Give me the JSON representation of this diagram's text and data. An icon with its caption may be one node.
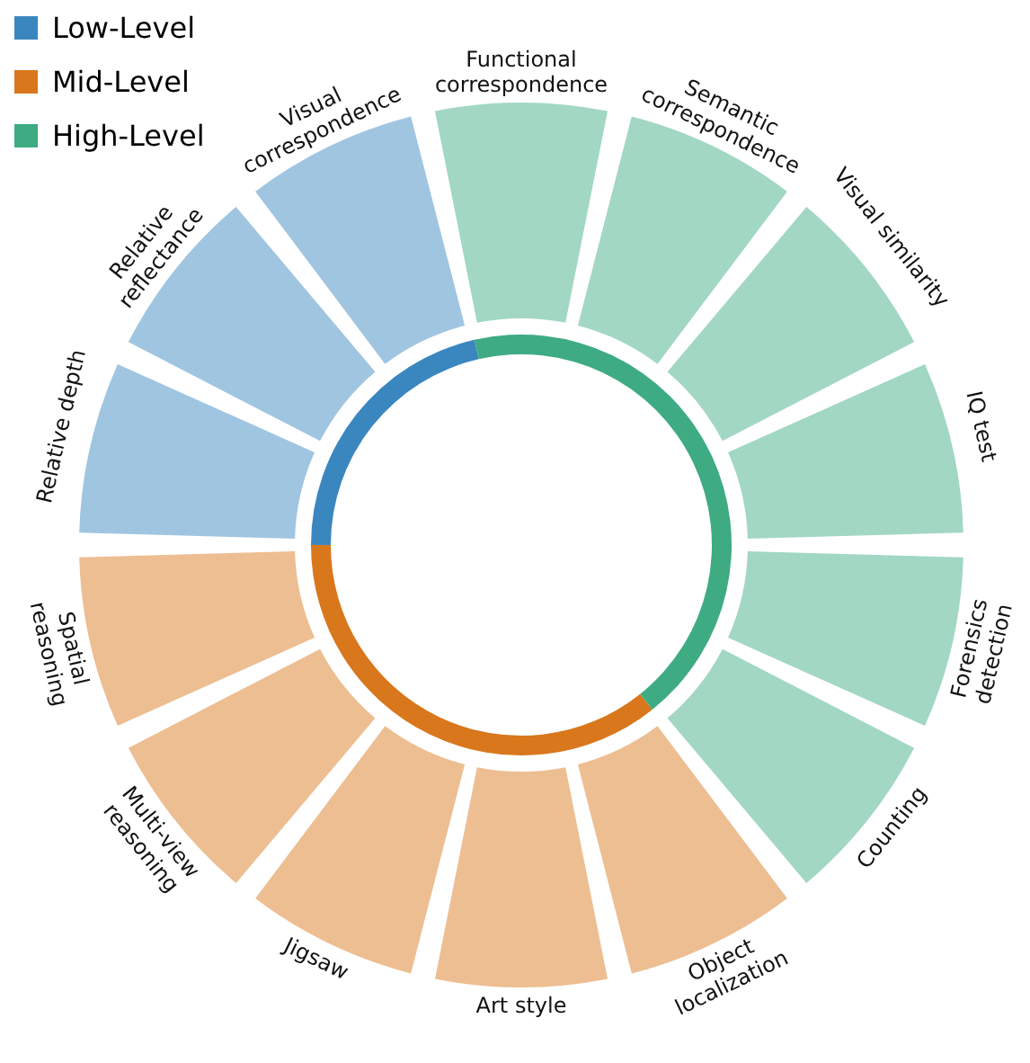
{
  "diagram": {
    "nodes": [
      {
        "text": [
          "Functional correspondence"
        ]
      },
      {
        "text": [
          "Semantic correspondence"
        ]
      },
      {
        "text": [
          "Visual similarity"
        ]
      },
      {
        "text": [
          "IQ test"
        ]
      },
      {
        "text": [
          "Forensics detection"
        ]
      },
      {
        "text": [
          "Counting"
        ]
      },
      {
        "text": [
          "Object localization"
        ]
      },
      {
        "text": [
          "Art style"
        ]
      },
      {
        "text": [
          "Jigsaw"
        ]
      },
      {
        "text": [
          "Multi-view reasoning"
        ]
      },
      {
        "text": [
          "Spatial reasoning"
        ]
      },
      {
        "text": [
          "Relative depth"
        ]
      },
      {
        "text": [
          "Relative reflectance"
        ]
      },
      {
        "text": [
          "Visual correspondence"
        ]
      }
    ],
    "legend": [
      {
        "text": "Low-Level",
        "color": "#3a87c0"
      },
      {
        "text": "Mid-Level",
        "color": "#d9771c"
      },
      {
        "text": "High-Level",
        "color": "#3eab83"
      }
    ]
  }
}
